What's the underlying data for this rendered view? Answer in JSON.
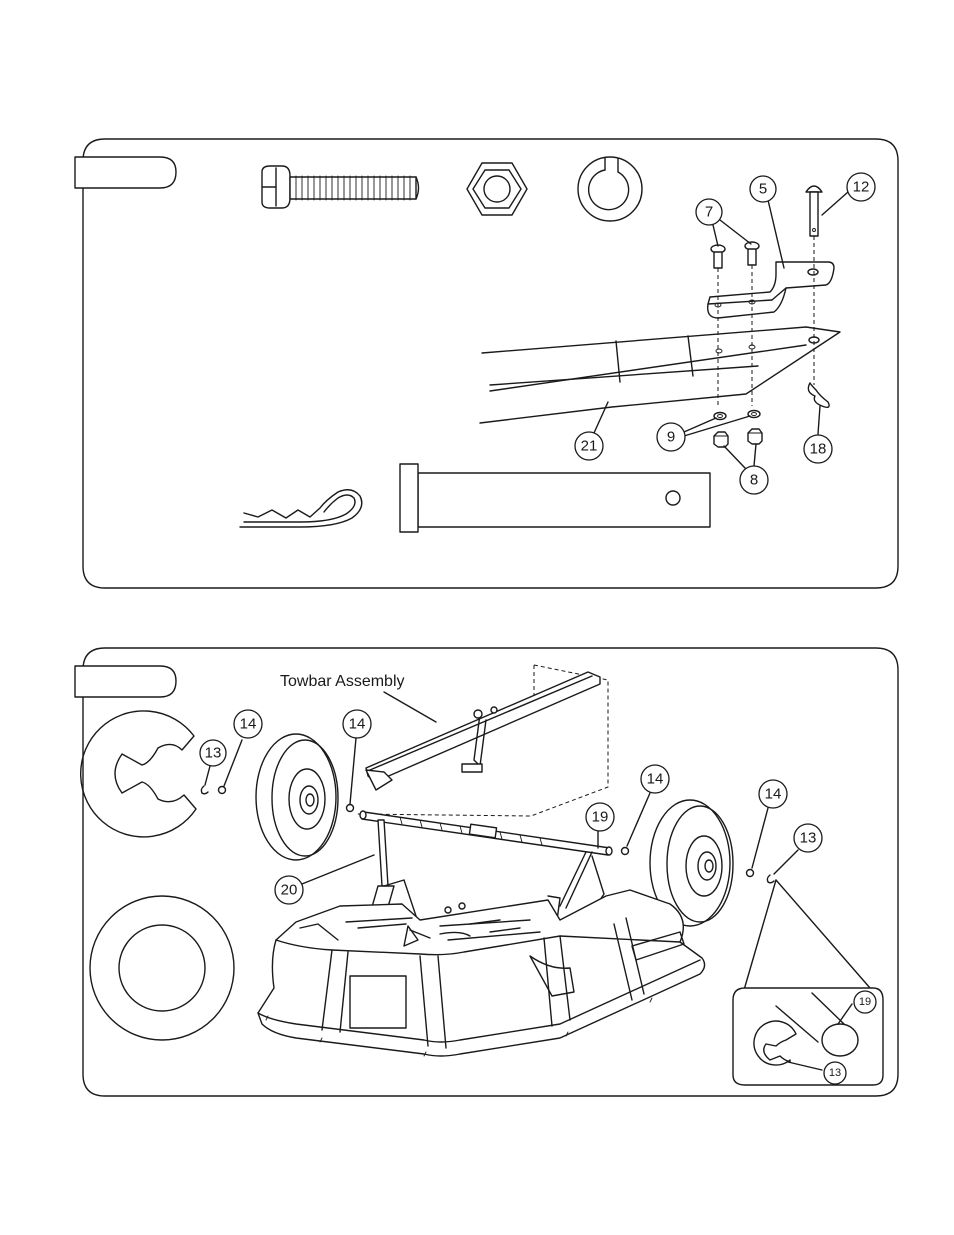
{
  "panel_top": {
    "callouts": [
      "5",
      "7",
      "12",
      "21",
      "9",
      "18",
      "8"
    ]
  },
  "panel_bottom": {
    "towbar_label": "Towbar Assembly",
    "callouts": [
      "14",
      "13",
      "14",
      "14",
      "19",
      "14",
      "13",
      "20"
    ],
    "detail_callouts": [
      "19",
      "13"
    ]
  }
}
